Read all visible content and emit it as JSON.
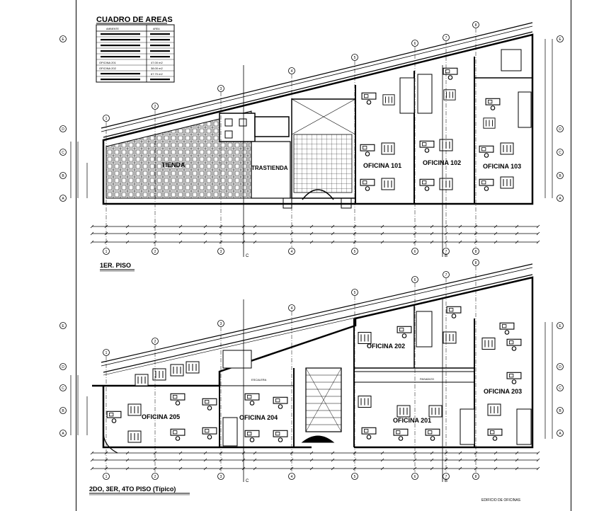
{
  "area_table": {
    "title": "CUADRO DE AREAS",
    "columns": [
      "AMBIENTE",
      "AREA"
    ],
    "rows": [
      {
        "name": "",
        "area": ""
      },
      {
        "name": "",
        "area": ""
      },
      {
        "name": "",
        "area": ""
      },
      {
        "name": "",
        "area": ""
      },
      {
        "name": "",
        "area": ""
      },
      {
        "name": "OFICINA 201",
        "area": "47.00 m2"
      },
      {
        "name": "OFICINA 202",
        "area": "38.00 m2"
      },
      {
        "name": "",
        "area": "67.70 m2"
      },
      {
        "name": "",
        "area": ""
      }
    ]
  },
  "plan1": {
    "caption": "1ER. PISO",
    "rooms": {
      "tienda": "TIENDA",
      "trastienda": "TRASTIENDA",
      "of101": "OFICINA 101",
      "of102": "OFICINA 102",
      "of103": "OFICINA 103"
    },
    "axes_x": [
      "1",
      "2",
      "3",
      "4",
      "5",
      "6",
      "7",
      "8"
    ],
    "axes_y": [
      "A",
      "B",
      "C",
      "D",
      "E"
    ],
    "section_marks": [
      "C",
      "B"
    ]
  },
  "plan2": {
    "caption": "2DO, 3ER, 4TO PISO (Típico)",
    "rooms": {
      "of201": "OFICINA 201",
      "of202": "OFICINA 202",
      "of203": "OFICINA 203",
      "of204": "OFICINA 204",
      "of205": "OFICINA 205",
      "pasadizo": "PASADIZO",
      "hall": "ESCALERA"
    },
    "axes_x": [
      "1",
      "2",
      "3",
      "4",
      "5",
      "6",
      "7",
      "8"
    ],
    "axes_y": [
      "A",
      "B",
      "C",
      "D",
      "E"
    ],
    "section_marks": [
      "C",
      "B"
    ]
  },
  "footer": {
    "project": "EDIFICIO DE OFICINAS"
  }
}
